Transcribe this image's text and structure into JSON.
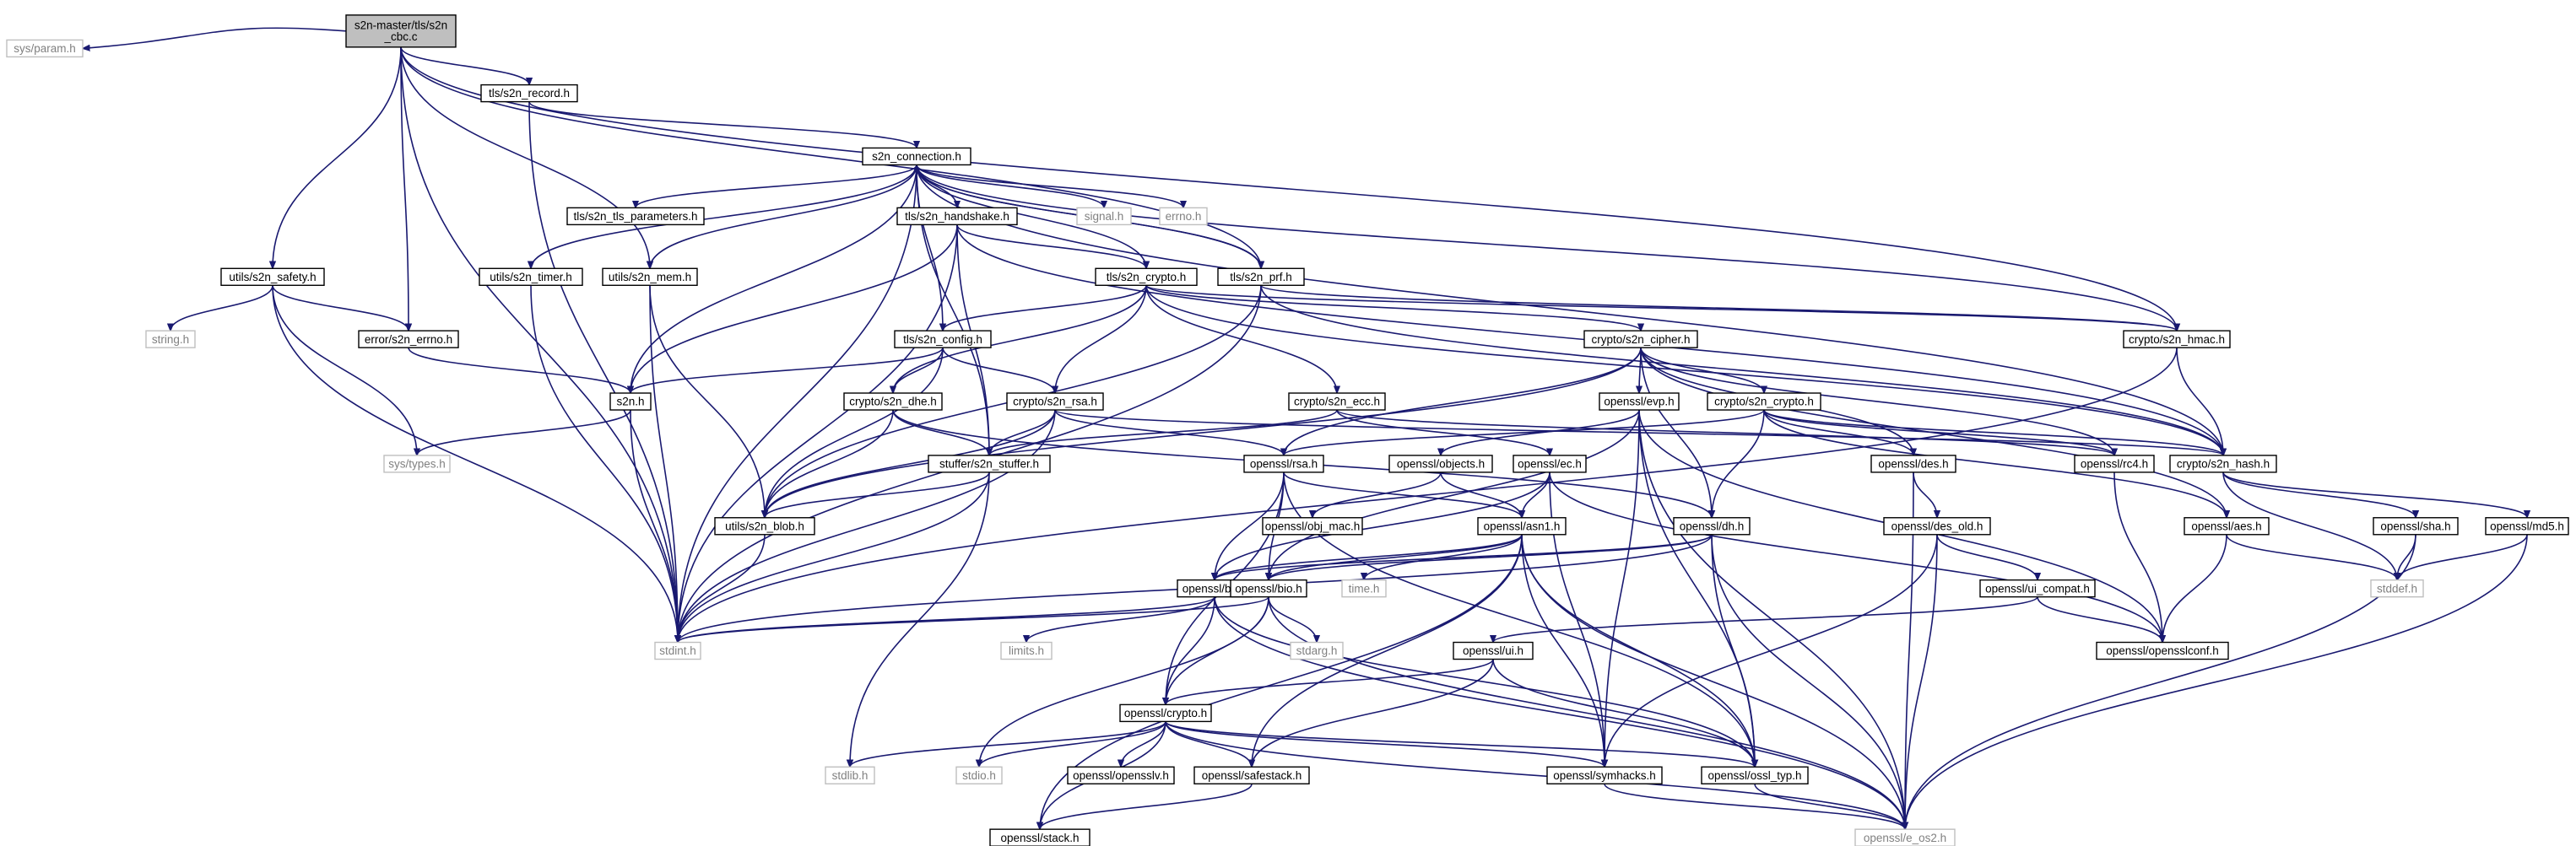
{
  "colors": {
    "edge": "#191970",
    "node_border": "#000000",
    "external_border": "#bfbfbf",
    "external_text": "#808080",
    "root_fill": "#bfbfbf",
    "node_fill": "#ffffff",
    "text": "#000000"
  },
  "nodes": [
    {
      "id": "root",
      "label": [
        "s2n-master/tls/s2n",
        "_cbc.c"
      ],
      "kind": "root"
    },
    {
      "id": "sysparam",
      "label": [
        "sys/param.h"
      ],
      "kind": "external"
    },
    {
      "id": "record",
      "label": [
        "tls/s2n_record.h"
      ],
      "kind": "local"
    },
    {
      "id": "conn",
      "label": [
        "s2n_connection.h"
      ],
      "kind": "local"
    },
    {
      "id": "tlsparams",
      "label": [
        "tls/s2n_tls_parameters.h"
      ],
      "kind": "local"
    },
    {
      "id": "handshake",
      "label": [
        "tls/s2n_handshake.h"
      ],
      "kind": "local"
    },
    {
      "id": "signal",
      "label": [
        "signal.h"
      ],
      "kind": "external"
    },
    {
      "id": "errno",
      "label": [
        "errno.h"
      ],
      "kind": "external"
    },
    {
      "id": "safety",
      "label": [
        "utils/s2n_safety.h"
      ],
      "kind": "local"
    },
    {
      "id": "timer",
      "label": [
        "utils/s2n_timer.h"
      ],
      "kind": "local"
    },
    {
      "id": "mem",
      "label": [
        "utils/s2n_mem.h"
      ],
      "kind": "local"
    },
    {
      "id": "tlscrypto",
      "label": [
        "tls/s2n_crypto.h"
      ],
      "kind": "local"
    },
    {
      "id": "prf",
      "label": [
        "tls/s2n_prf.h"
      ],
      "kind": "local"
    },
    {
      "id": "string",
      "label": [
        "string.h"
      ],
      "kind": "external"
    },
    {
      "id": "errorerrno",
      "label": [
        "error/s2n_errno.h"
      ],
      "kind": "local"
    },
    {
      "id": "config",
      "label": [
        "tls/s2n_config.h"
      ],
      "kind": "local"
    },
    {
      "id": "cipher",
      "label": [
        "crypto/s2n_cipher.h"
      ],
      "kind": "local"
    },
    {
      "id": "hmac",
      "label": [
        "crypto/s2n_hmac.h"
      ],
      "kind": "local"
    },
    {
      "id": "s2nh",
      "label": [
        "s2n.h"
      ],
      "kind": "local"
    },
    {
      "id": "dhe",
      "label": [
        "crypto/s2n_dhe.h"
      ],
      "kind": "local"
    },
    {
      "id": "rsa",
      "label": [
        "crypto/s2n_rsa.h"
      ],
      "kind": "local"
    },
    {
      "id": "ecc",
      "label": [
        "crypto/s2n_ecc.h"
      ],
      "kind": "local"
    },
    {
      "id": "evp",
      "label": [
        "openssl/evp.h"
      ],
      "kind": "local"
    },
    {
      "id": "s2ncrypto",
      "label": [
        "crypto/s2n_crypto.h"
      ],
      "kind": "local"
    },
    {
      "id": "systypes",
      "label": [
        "sys/types.h"
      ],
      "kind": "external"
    },
    {
      "id": "stuffer",
      "label": [
        "stuffer/s2n_stuffer.h"
      ],
      "kind": "local"
    },
    {
      "id": "osslrsa",
      "label": [
        "openssl/rsa.h"
      ],
      "kind": "local"
    },
    {
      "id": "objects",
      "label": [
        "openssl/objects.h"
      ],
      "kind": "local"
    },
    {
      "id": "osslec",
      "label": [
        "openssl/ec.h"
      ],
      "kind": "local"
    },
    {
      "id": "des",
      "label": [
        "openssl/des.h"
      ],
      "kind": "local"
    },
    {
      "id": "rc4",
      "label": [
        "openssl/rc4.h"
      ],
      "kind": "local"
    },
    {
      "id": "hash",
      "label": [
        "crypto/s2n_hash.h"
      ],
      "kind": "local"
    },
    {
      "id": "blob",
      "label": [
        "utils/s2n_blob.h"
      ],
      "kind": "local"
    },
    {
      "id": "objmac",
      "label": [
        "openssl/obj_mac.h"
      ],
      "kind": "local"
    },
    {
      "id": "asn1",
      "label": [
        "openssl/asn1.h"
      ],
      "kind": "local"
    },
    {
      "id": "dh",
      "label": [
        "openssl/dh.h"
      ],
      "kind": "local"
    },
    {
      "id": "desold",
      "label": [
        "openssl/des_old.h"
      ],
      "kind": "local"
    },
    {
      "id": "aes",
      "label": [
        "openssl/aes.h"
      ],
      "kind": "local"
    },
    {
      "id": "sha",
      "label": [
        "openssl/sha.h"
      ],
      "kind": "local"
    },
    {
      "id": "md5",
      "label": [
        "openssl/md5.h"
      ],
      "kind": "local"
    },
    {
      "id": "bn",
      "label": [
        "openssl/bn.h"
      ],
      "kind": "local"
    },
    {
      "id": "bio",
      "label": [
        "openssl/bio.h"
      ],
      "kind": "local"
    },
    {
      "id": "time",
      "label": [
        "time.h"
      ],
      "kind": "external"
    },
    {
      "id": "uicompat",
      "label": [
        "openssl/ui_compat.h"
      ],
      "kind": "local"
    },
    {
      "id": "stddef",
      "label": [
        "stddef.h"
      ],
      "kind": "external"
    },
    {
      "id": "stdint",
      "label": [
        "stdint.h"
      ],
      "kind": "external"
    },
    {
      "id": "limits",
      "label": [
        "limits.h"
      ],
      "kind": "external"
    },
    {
      "id": "stdarg",
      "label": [
        "stdarg.h"
      ],
      "kind": "external"
    },
    {
      "id": "ui",
      "label": [
        "openssl/ui.h"
      ],
      "kind": "local"
    },
    {
      "id": "opensslconf",
      "label": [
        "openssl/opensslconf.h"
      ],
      "kind": "local"
    },
    {
      "id": "osslcrypto",
      "label": [
        "openssl/crypto.h"
      ],
      "kind": "local"
    },
    {
      "id": "stdlib",
      "label": [
        "stdlib.h"
      ],
      "kind": "external"
    },
    {
      "id": "stdio",
      "label": [
        "stdio.h"
      ],
      "kind": "external"
    },
    {
      "id": "opensslv",
      "label": [
        "openssl/opensslv.h"
      ],
      "kind": "local"
    },
    {
      "id": "safestack",
      "label": [
        "openssl/safestack.h"
      ],
      "kind": "local"
    },
    {
      "id": "symhacks",
      "label": [
        "openssl/symhacks.h"
      ],
      "kind": "local"
    },
    {
      "id": "ossltyp",
      "label": [
        "openssl/ossl_typ.h"
      ],
      "kind": "local"
    },
    {
      "id": "stack",
      "label": [
        "openssl/stack.h"
      ],
      "kind": "local"
    },
    {
      "id": "eos2",
      "label": [
        "openssl/e_os2.h"
      ],
      "kind": "external"
    }
  ],
  "edges": [
    [
      "root",
      "sysparam"
    ],
    [
      "root",
      "record"
    ],
    [
      "root",
      "safety"
    ],
    [
      "root",
      "errorerrno"
    ],
    [
      "root",
      "mem"
    ],
    [
      "root",
      "prf"
    ],
    [
      "root",
      "hmac"
    ],
    [
      "root",
      "stdint"
    ],
    [
      "record",
      "conn"
    ],
    [
      "record",
      "stdint"
    ],
    [
      "conn",
      "tlsparams"
    ],
    [
      "conn",
      "handshake"
    ],
    [
      "conn",
      "signal"
    ],
    [
      "conn",
      "errno"
    ],
    [
      "conn",
      "timer"
    ],
    [
      "conn",
      "mem"
    ],
    [
      "conn",
      "tlscrypto"
    ],
    [
      "conn",
      "prf"
    ],
    [
      "conn",
      "config"
    ],
    [
      "conn",
      "hmac"
    ],
    [
      "conn",
      "hash"
    ],
    [
      "conn",
      "s2nh"
    ],
    [
      "conn",
      "stuffer"
    ],
    [
      "conn",
      "stdint"
    ],
    [
      "handshake",
      "tlscrypto"
    ],
    [
      "handshake",
      "hash"
    ],
    [
      "handshake",
      "s2nh"
    ],
    [
      "handshake",
      "stuffer"
    ],
    [
      "handshake",
      "stdint"
    ],
    [
      "safety",
      "string"
    ],
    [
      "safety",
      "errorerrno"
    ],
    [
      "safety",
      "systypes"
    ],
    [
      "safety",
      "stdint"
    ],
    [
      "timer",
      "stdint"
    ],
    [
      "mem",
      "blob"
    ],
    [
      "mem",
      "stdint"
    ],
    [
      "tlscrypto",
      "config"
    ],
    [
      "tlscrypto",
      "cipher"
    ],
    [
      "tlscrypto",
      "hmac"
    ],
    [
      "tlscrypto",
      "hash"
    ],
    [
      "tlscrypto",
      "dhe"
    ],
    [
      "tlscrypto",
      "rsa"
    ],
    [
      "tlscrypto",
      "ecc"
    ],
    [
      "prf",
      "conn"
    ],
    [
      "prf",
      "hmac"
    ],
    [
      "prf",
      "hash"
    ],
    [
      "prf",
      "blob"
    ],
    [
      "prf",
      "stdint"
    ],
    [
      "errorerrno",
      "s2nh"
    ],
    [
      "config",
      "s2nh"
    ],
    [
      "config",
      "dhe"
    ],
    [
      "config",
      "rsa"
    ],
    [
      "config",
      "blob"
    ],
    [
      "cipher",
      "evp"
    ],
    [
      "cipher",
      "s2ncrypto"
    ],
    [
      "cipher",
      "des"
    ],
    [
      "cipher",
      "rc4"
    ],
    [
      "cipher",
      "aes"
    ],
    [
      "cipher",
      "osslrsa"
    ],
    [
      "cipher",
      "blob"
    ],
    [
      "cipher",
      "dh"
    ],
    [
      "hmac",
      "hash"
    ],
    [
      "hmac",
      "stdint"
    ],
    [
      "s2nh",
      "systypes"
    ],
    [
      "s2nh",
      "stdint"
    ],
    [
      "dhe",
      "stuffer"
    ],
    [
      "dhe",
      "blob"
    ],
    [
      "dhe",
      "dh"
    ],
    [
      "rsa",
      "stuffer"
    ],
    [
      "rsa",
      "blob"
    ],
    [
      "rsa",
      "osslrsa"
    ],
    [
      "rsa",
      "hash"
    ],
    [
      "rsa",
      "stdint"
    ],
    [
      "ecc",
      "stuffer"
    ],
    [
      "ecc",
      "osslec"
    ],
    [
      "ecc",
      "rc4"
    ],
    [
      "evp",
      "objects"
    ],
    [
      "evp",
      "symhacks"
    ],
    [
      "evp",
      "ossltyp"
    ],
    [
      "evp",
      "bio"
    ],
    [
      "evp",
      "opensslconf"
    ],
    [
      "evp",
      "eos2"
    ],
    [
      "s2ncrypto",
      "osslrsa"
    ],
    [
      "s2ncrypto",
      "des"
    ],
    [
      "s2ncrypto",
      "dh"
    ],
    [
      "s2ncrypto",
      "rc4"
    ],
    [
      "s2ncrypto",
      "aes"
    ],
    [
      "s2ncrypto",
      "hash"
    ],
    [
      "stuffer",
      "blob"
    ],
    [
      "stuffer",
      "stdlib"
    ],
    [
      "stuffer",
      "stdint"
    ],
    [
      "osslrsa",
      "asn1"
    ],
    [
      "osslrsa",
      "bn"
    ],
    [
      "osslrsa",
      "bio"
    ],
    [
      "osslrsa",
      "ossltyp"
    ],
    [
      "osslrsa",
      "osslcrypto"
    ],
    [
      "objects",
      "objmac"
    ],
    [
      "objects",
      "asn1"
    ],
    [
      "osslec",
      "asn1"
    ],
    [
      "osslec",
      "symhacks"
    ],
    [
      "osslec",
      "opensslconf"
    ],
    [
      "osslec",
      "bn"
    ],
    [
      "des",
      "desold"
    ],
    [
      "des",
      "eos2"
    ],
    [
      "rc4",
      "opensslconf"
    ],
    [
      "hash",
      "sha"
    ],
    [
      "hash",
      "md5"
    ],
    [
      "hash",
      "stddef"
    ],
    [
      "blob",
      "stdint"
    ],
    [
      "asn1",
      "time"
    ],
    [
      "asn1",
      "bn"
    ],
    [
      "asn1",
      "bio"
    ],
    [
      "asn1",
      "safestack"
    ],
    [
      "asn1",
      "symhacks"
    ],
    [
      "asn1",
      "ossltyp"
    ],
    [
      "asn1",
      "eos2"
    ],
    [
      "asn1",
      "stack"
    ],
    [
      "dh",
      "bn"
    ],
    [
      "dh",
      "bio"
    ],
    [
      "dh",
      "ossltyp"
    ],
    [
      "dh",
      "eos2"
    ],
    [
      "dh",
      "stdint"
    ],
    [
      "desold",
      "uicompat"
    ],
    [
      "desold",
      "symhacks"
    ],
    [
      "desold",
      "eos2"
    ],
    [
      "aes",
      "opensslconf"
    ],
    [
      "aes",
      "stddef"
    ],
    [
      "sha",
      "stddef"
    ],
    [
      "sha",
      "eos2"
    ],
    [
      "md5",
      "stddef"
    ],
    [
      "md5",
      "eos2"
    ],
    [
      "bn",
      "limits"
    ],
    [
      "bn",
      "osslcrypto"
    ],
    [
      "bn",
      "ossltyp"
    ],
    [
      "bn",
      "eos2"
    ],
    [
      "bn",
      "stdint"
    ],
    [
      "bio",
      "stdarg"
    ],
    [
      "bio",
      "osslcrypto"
    ],
    [
      "bio",
      "stdio"
    ],
    [
      "bio",
      "eos2"
    ],
    [
      "bio",
      "stdint"
    ],
    [
      "uicompat",
      "opensslconf"
    ],
    [
      "uicompat",
      "ui"
    ],
    [
      "ui",
      "osslcrypto"
    ],
    [
      "ui",
      "safestack"
    ],
    [
      "ui",
      "ossltyp"
    ],
    [
      "osslcrypto",
      "stdlib"
    ],
    [
      "osslcrypto",
      "stdio"
    ],
    [
      "osslcrypto",
      "opensslv"
    ],
    [
      "osslcrypto",
      "safestack"
    ],
    [
      "osslcrypto",
      "symhacks"
    ],
    [
      "osslcrypto",
      "ossltyp"
    ],
    [
      "osslcrypto",
      "eos2"
    ],
    [
      "osslcrypto",
      "stack"
    ],
    [
      "safestack",
      "stack"
    ],
    [
      "symhacks",
      "eos2"
    ],
    [
      "ossltyp",
      "eos2"
    ]
  ]
}
